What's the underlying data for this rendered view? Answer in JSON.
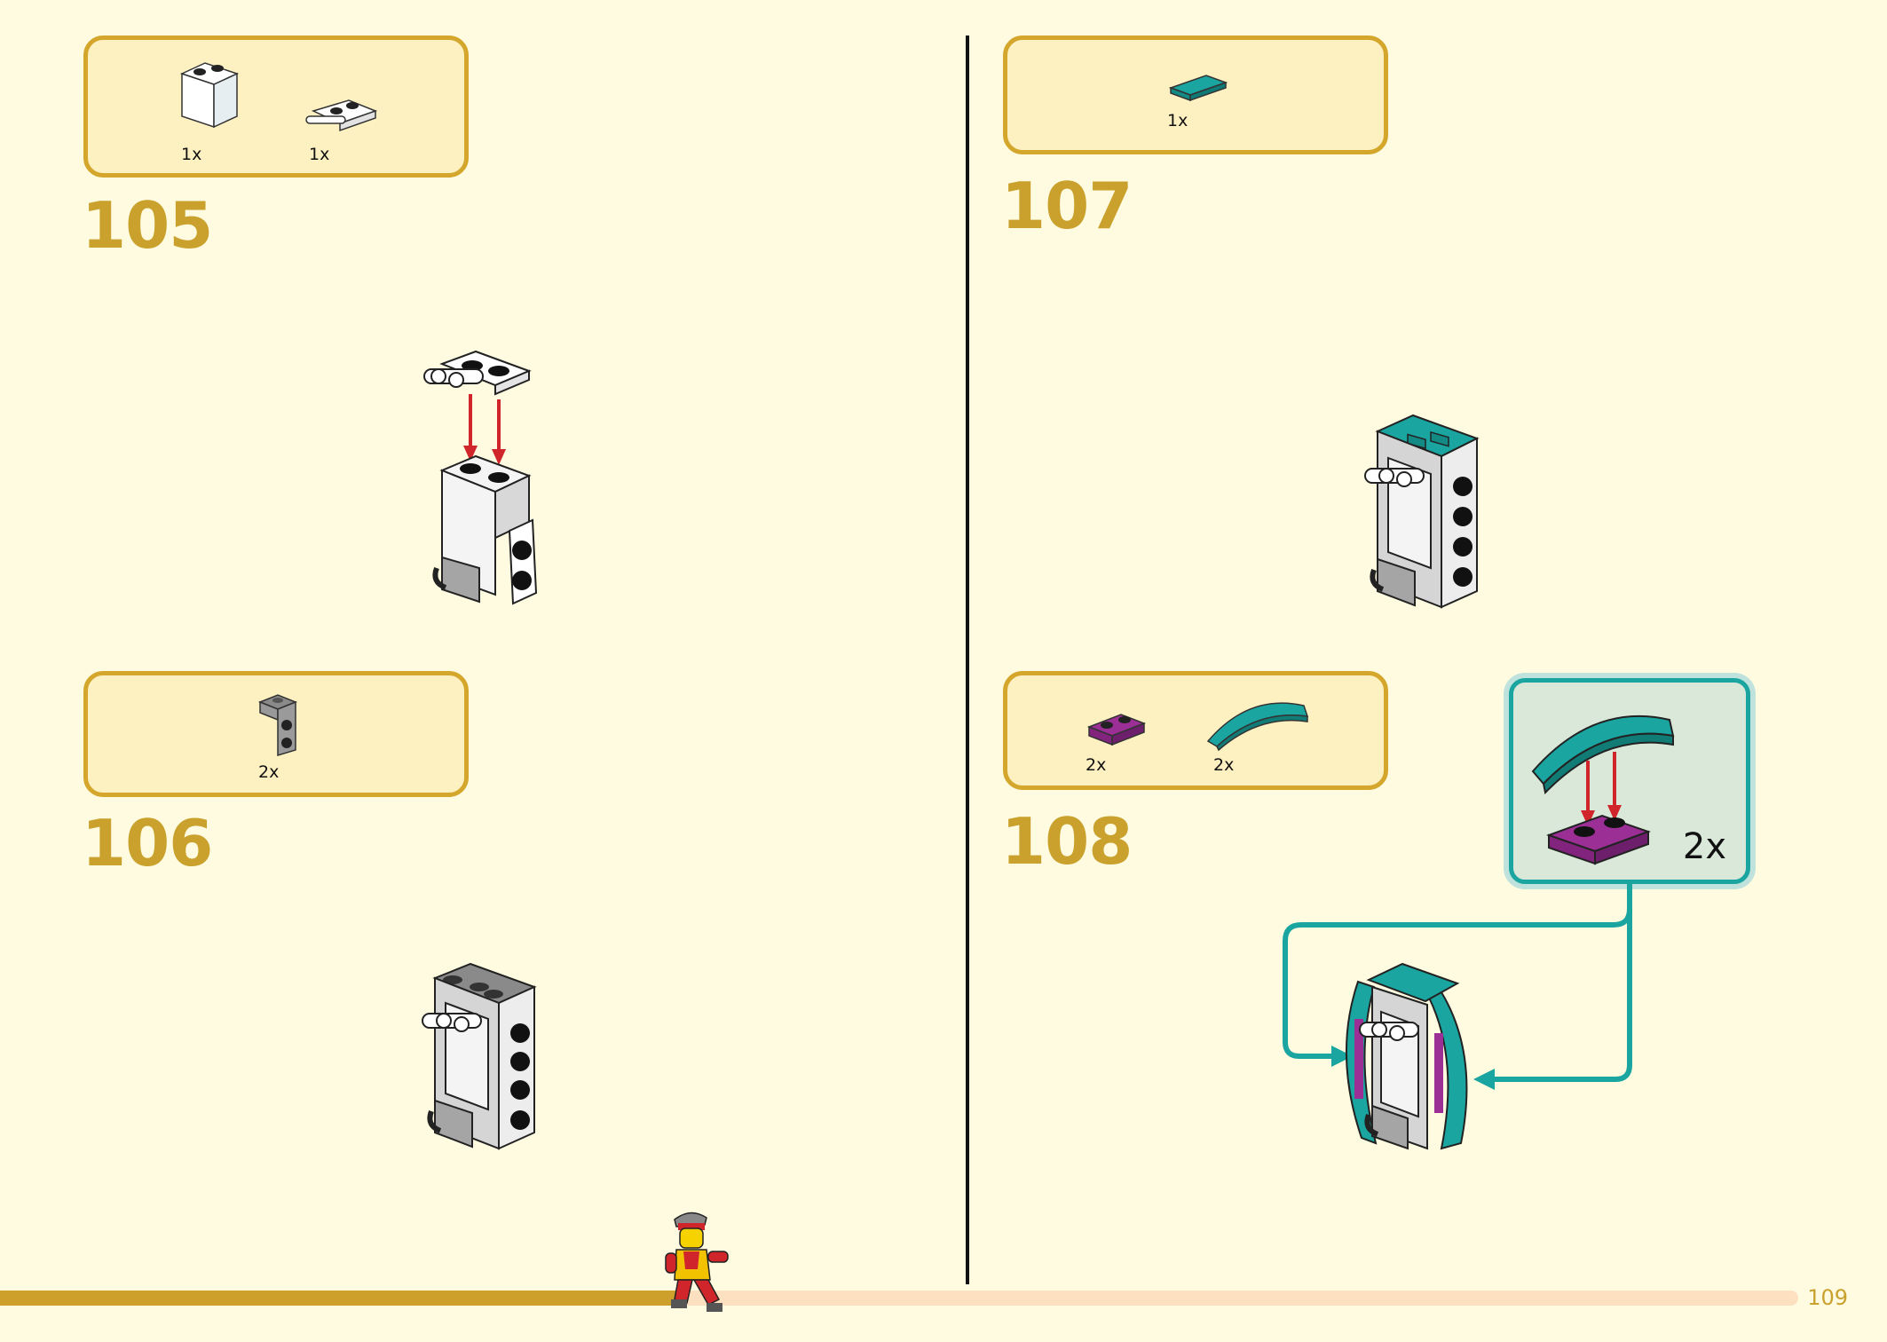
{
  "page": {
    "number": "109"
  },
  "progress": {
    "fraction": 0.38
  },
  "steps": [
    {
      "number": "105",
      "parts": [
        {
          "name": "white-brick-1x2",
          "qty": "1x"
        },
        {
          "name": "white-plate-with-clips",
          "qty": "1x"
        }
      ]
    },
    {
      "number": "106",
      "parts": [
        {
          "name": "grey-bracket",
          "qty": "2x"
        }
      ]
    },
    {
      "number": "107",
      "parts": [
        {
          "name": "teal-tile",
          "qty": "1x"
        }
      ]
    },
    {
      "number": "108",
      "parts": [
        {
          "name": "magenta-plate",
          "qty": "2x"
        },
        {
          "name": "teal-curved-slope",
          "qty": "2x"
        }
      ],
      "subassembly": {
        "qty": "2x"
      }
    }
  ],
  "colors": {
    "accent": "#c9a12c",
    "teal": "#1aa5a0",
    "arrow": "#d0262b",
    "background": "#fefbe0"
  }
}
